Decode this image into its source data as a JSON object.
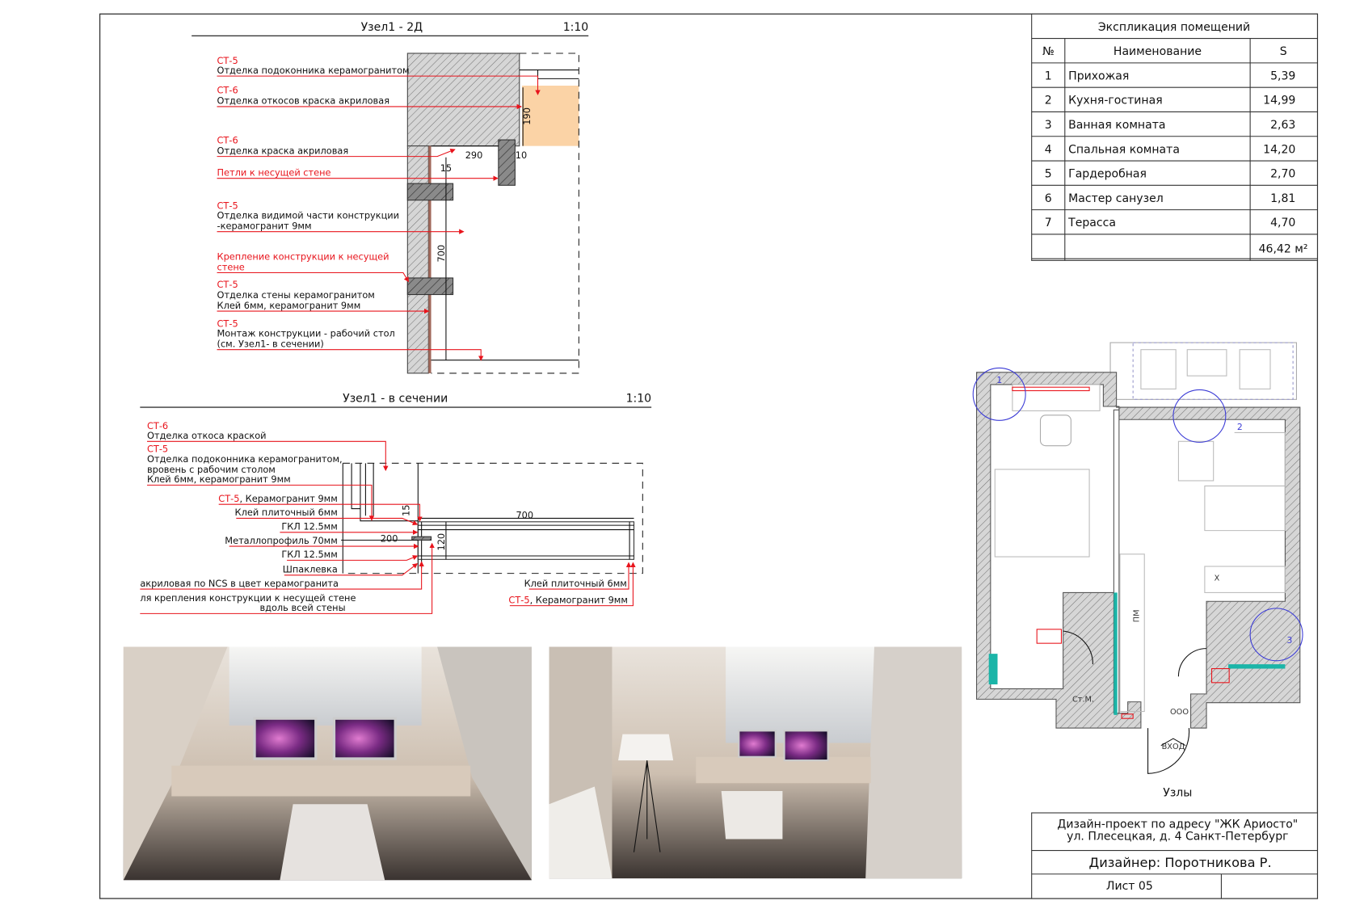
{
  "detail_2d": {
    "title": "Узел1 - 2Д",
    "scale": "1:10",
    "callouts": [
      {
        "code": "СТ-5",
        "line1": "Отделка подоконника керамогранитом"
      },
      {
        "code": "СТ-6",
        "line1": "Отделка откосов краска акриловая"
      },
      {
        "code": "СТ-6",
        "line1": "Отделка краска акриловая"
      },
      {
        "code": "Петли к несущей стене"
      },
      {
        "code": "СТ-5",
        "line1": "Отделка видимой части конструкции",
        "line2": "-керамогранит 9мм"
      },
      {
        "code": "Крепление конструкции к несущей",
        "line2": "стене"
      },
      {
        "code": "СТ-5",
        "line1": "Отделка стены керамогранитом",
        "line2": "Клей 6мм, керамогранит 9мм"
      },
      {
        "code": "СТ-5",
        "line1": "Монтаж конструкции - рабочий стол",
        "line2": "(см. Узел1- в сечении)"
      }
    ],
    "dims": {
      "d290": "290",
      "d10": "10",
      "d15": "15",
      "d190": "190",
      "d700": "700"
    }
  },
  "detail_section": {
    "title": "Узел1 - в сечении",
    "scale": "1:10",
    "callouts": [
      {
        "code": "СТ-6",
        "line1": "Отделка откоса краской"
      },
      {
        "code": "СТ-5",
        "line1": "Отделка подоконника керамогранитом,",
        "line2": "вровень с рабочим столом",
        "line3": "Клей 6мм, керамогранит 9мм"
      },
      {
        "code": "СТ-5",
        "line1": ", Керамогранит 9мм"
      },
      {
        "line1": "Клей плиточный 6мм"
      },
      {
        "line1": "ГКЛ 12.5мм"
      },
      {
        "line1": "Металлопрофиль 70мм"
      },
      {
        "line1": "ГКЛ 12.5мм"
      },
      {
        "line1": "Шпаклевка"
      },
      {
        "line1": "акриловая по NCS в цвет керамогранита"
      },
      {
        "line1": "ля крепления конструкции к несущей стене",
        "line2": "вдоль всей стены"
      },
      {
        "line1": "Клей плиточный 6мм"
      },
      {
        "code": "СТ-5",
        "line1": ", Керамогранит 9мм"
      }
    ],
    "dims": {
      "d700": "700",
      "d200": "200",
      "d120": "120",
      "d15": "15"
    }
  },
  "explication": {
    "title": "Экспликация помещений",
    "headers": [
      "№",
      "Наименование",
      "S"
    ],
    "rows": [
      {
        "n": "1",
        "name": "Прихожая",
        "s": "5,39"
      },
      {
        "n": "2",
        "name": "Кухня-гостиная",
        "s": "14,99"
      },
      {
        "n": "3",
        "name": "Ванная комната",
        "s": "2,63"
      },
      {
        "n": "4",
        "name": "Спальная комната",
        "s": "14,20"
      },
      {
        "n": "5",
        "name": "Гардеробная",
        "s": "2,70"
      },
      {
        "n": "6",
        "name": "Мастер санузел",
        "s": "1,81"
      },
      {
        "n": "7",
        "name": "Терасса",
        "s": "4,70"
      }
    ],
    "total": "46,42 м²"
  },
  "plan": {
    "caption": "Узлы",
    "labels": {
      "pm": "ПМ",
      "washer": "Ст.М.",
      "entrance": "ВХОД",
      "node1": "1",
      "node2": "2",
      "node3": "3",
      "x": "X",
      "ooo": "ООО"
    }
  },
  "title_block": {
    "project_line1": "Дизайн-проект по адресу \"ЖК Ариосто\"",
    "project_line2": "ул. Плесецкая, д. 4 Санкт-Петербург",
    "designer": "Дизайнер: Поротникова Р.",
    "sheet": "Лист 05"
  },
  "colors": {
    "red": "#e8141c",
    "orange": "#fbd3a6",
    "teal": "#1bb5a8",
    "blue": "#3b3bd6"
  }
}
